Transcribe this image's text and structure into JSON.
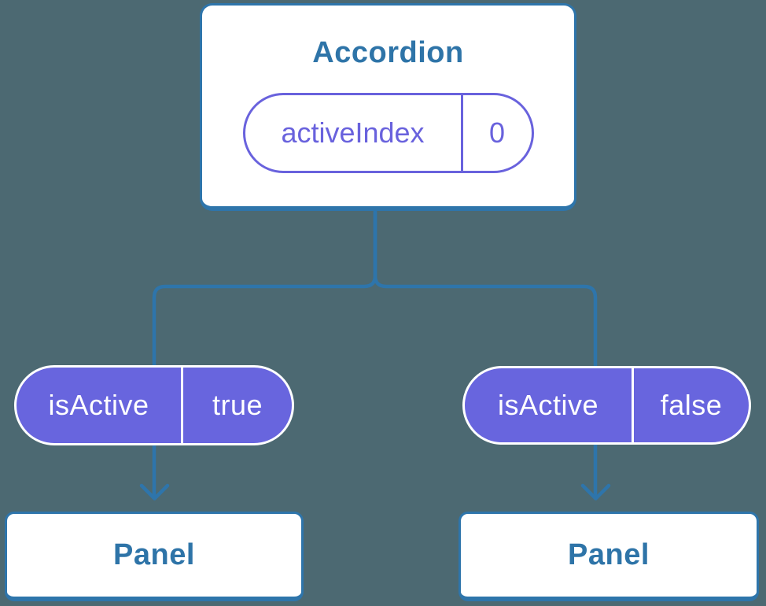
{
  "diagram": {
    "description": "React component tree showing state passed down as props",
    "root": {
      "title": "Accordion",
      "state": {
        "name": "activeIndex",
        "value": "0"
      }
    },
    "props": [
      {
        "name": "isActive",
        "value": "true"
      },
      {
        "name": "isActive",
        "value": "false"
      }
    ],
    "children": [
      {
        "title": "Panel"
      },
      {
        "title": "Panel"
      }
    ],
    "colors": {
      "background": "#4C6972",
      "line_blue": "#2E75AB",
      "text_blue": "#2E74A8",
      "pill_fill_purple": "#6865DE",
      "pill_outline_purple": "#6962DD",
      "card_fill": "#FFFFFF",
      "pill_text_white": "#FFFFFF"
    }
  }
}
